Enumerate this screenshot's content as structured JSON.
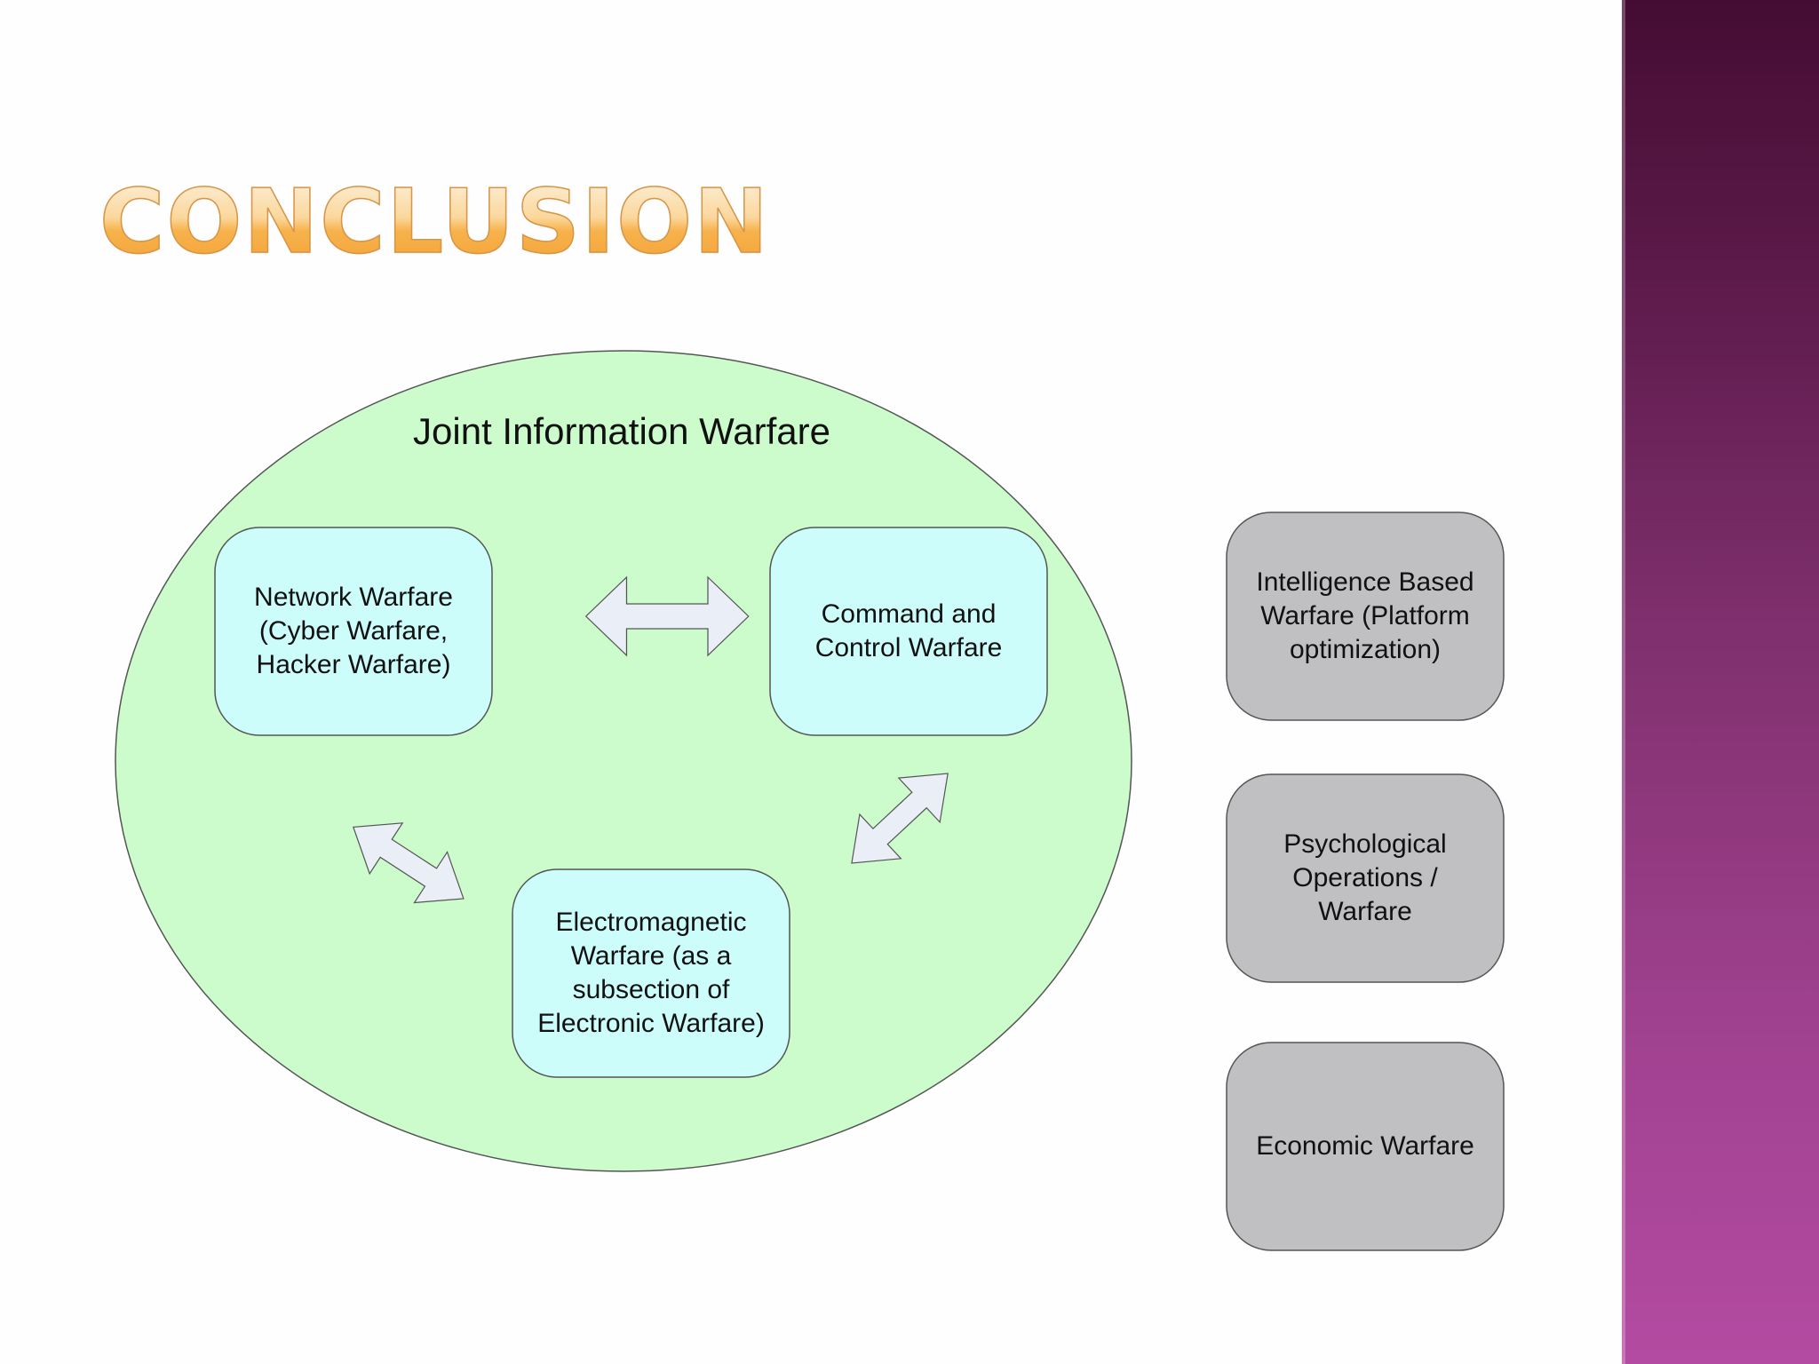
{
  "slide": {
    "title": "CONCLUSION"
  },
  "diagram": {
    "container": {
      "label": "Joint Information Warfare",
      "fill": "#ccfccc"
    },
    "inner_nodes": [
      {
        "id": "network",
        "label": "Network Warfare\n(Cyber Warfare,\nHacker Warfare)"
      },
      {
        "id": "c2",
        "label": "Command and\nControl Warfare"
      },
      {
        "id": "em",
        "label": "Electromagnetic\nWarfare (as a\nsubsection of\nElectronic Warfare)"
      }
    ],
    "outer_nodes": [
      {
        "id": "intelligence",
        "label": "Intelligence Based\nWarfare (Platform\noptimization)"
      },
      {
        "id": "psyops",
        "label": "Psychological\nOperations /\nWarfare"
      },
      {
        "id": "economic",
        "label": "Economic Warfare"
      }
    ],
    "edges": [
      {
        "from": "network",
        "to": "c2",
        "type": "bidirectional"
      },
      {
        "from": "network",
        "to": "em",
        "type": "bidirectional"
      },
      {
        "from": "c2",
        "to": "em",
        "type": "bidirectional"
      }
    ],
    "colors": {
      "inner_node_fill": "#ccfdfb",
      "outer_node_fill": "#c0bfc1",
      "arrow_fill": "#eaeef7",
      "side_band_top": "#450c33",
      "side_band_bottom": "#b34ba2",
      "title_gradient_top": "#fcefd8",
      "title_gradient_bottom": "#f4a437"
    }
  }
}
